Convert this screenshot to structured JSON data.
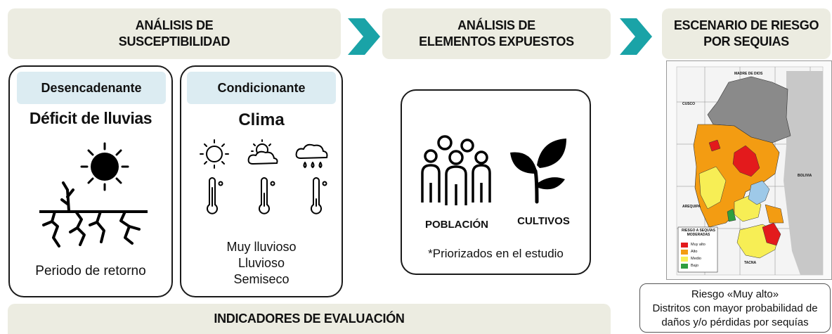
{
  "headers": {
    "susceptibility": [
      "ANÁLISIS DE",
      "SUSCEPTIBILIDAD"
    ],
    "exposed": [
      "ANÁLISIS DE",
      "ELEMENTOS EXPUESTOS"
    ],
    "risk": [
      "ESCENARIO DE RIESGO",
      "POR SEQUIAS"
    ]
  },
  "trigger": {
    "tag": "Desencadenante",
    "title": "Déficit de lluvias",
    "caption": "Periodo de retorno"
  },
  "conditioning": {
    "tag": "Condicionante",
    "title": "Clima",
    "climate_types": [
      "Muy lluvioso",
      "Lluvioso",
      "Semiseco"
    ]
  },
  "exposed": {
    "population_label": "POBLACIÓN",
    "crops_label": "CULTIVOS",
    "note": "*Priorizados en el estudio"
  },
  "map": {
    "region_labels": [
      "MADRE DE DIOS",
      "CUSCO",
      "AREQUIPA",
      "TACNA",
      "BOLIVIA"
    ],
    "legend_title": [
      "RIESGO A SEQUÍAS",
      "MODERADAS"
    ],
    "legend": [
      {
        "label": "Muy alto",
        "color": "#e31a1c"
      },
      {
        "label": "Alto",
        "color": "#f39c12"
      },
      {
        "label": "Medio",
        "color": "#f7ee55"
      },
      {
        "label": "Bajo",
        "color": "#2e9e3f"
      }
    ]
  },
  "risk_note": [
    "Riesgo «Muy alto»",
    "Distritos con mayor probabilidad de",
    "daños y/o pérdidas por sequías"
  ],
  "footer": "INDICADORES DE EVALUACIÓN",
  "colors": {
    "arrow": "#1aa3a7",
    "pill": "#ecece1",
    "tag": "#dcecf2"
  }
}
